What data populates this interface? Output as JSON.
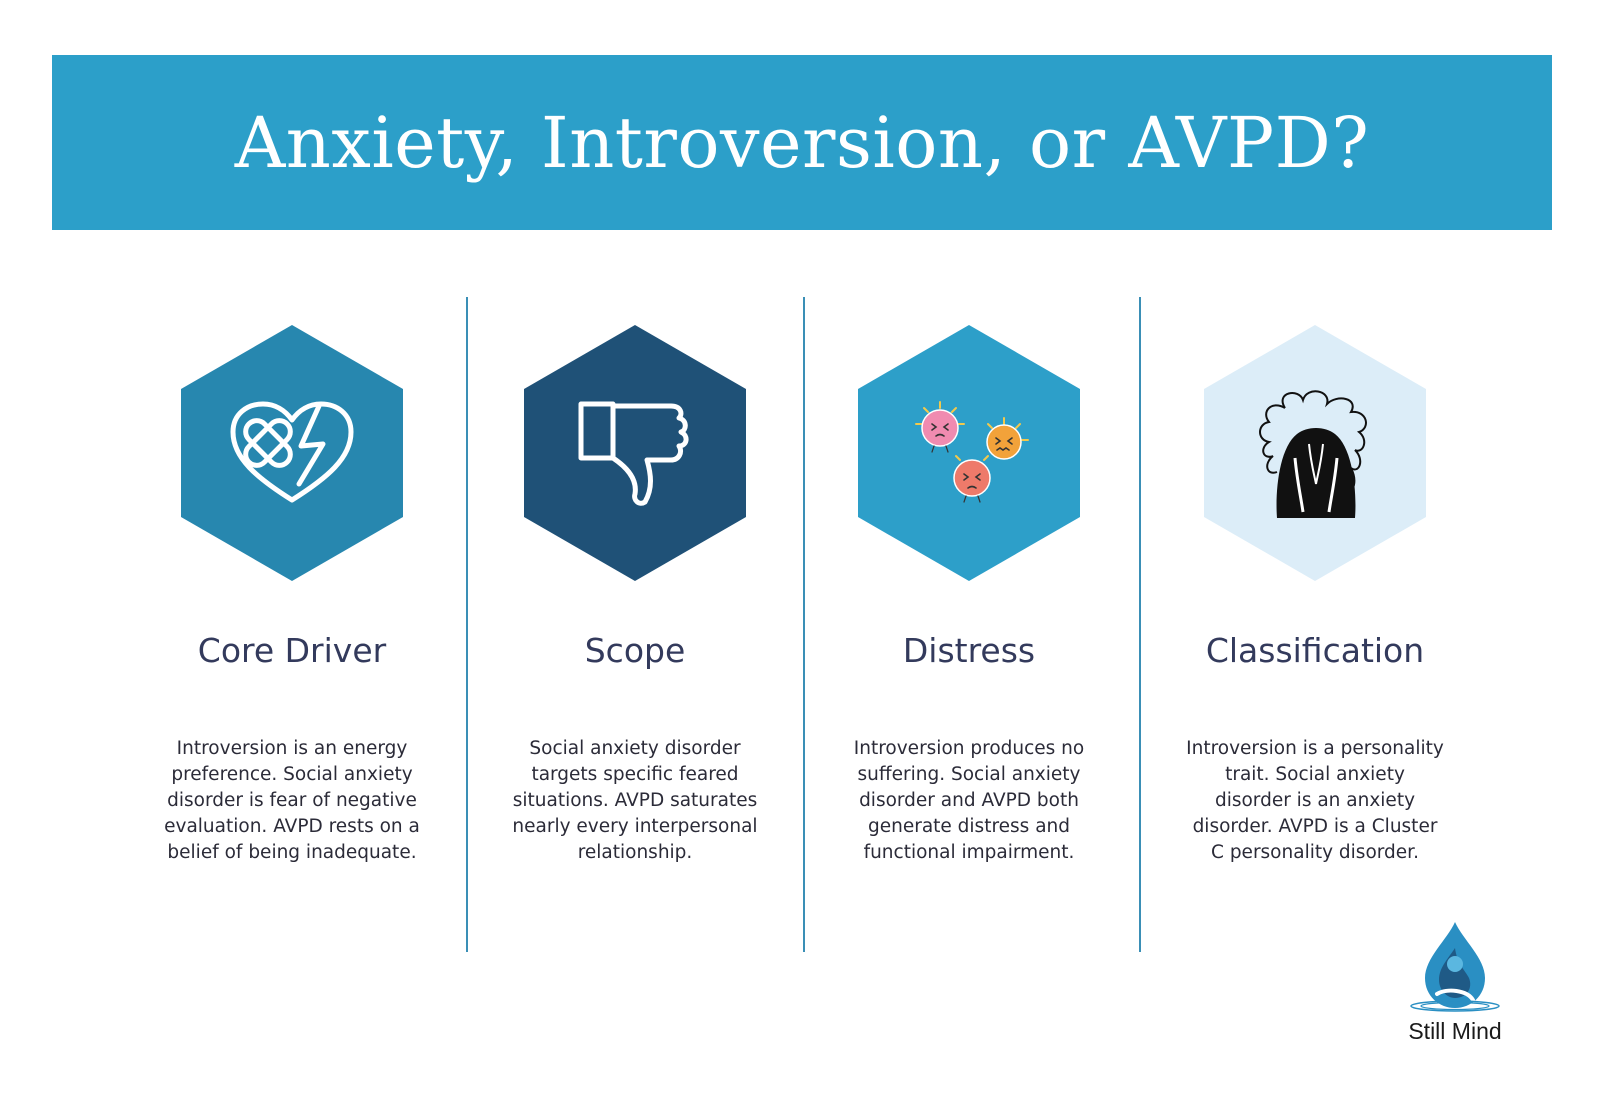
{
  "title": "Anxiety, Introversion, or AVPD?",
  "colors": {
    "banner": "#2c9fc9",
    "heading": "#333a5c",
    "divider": "#3a8fb6"
  },
  "columns": [
    {
      "heading": "Core Driver",
      "icon": "broken-heart-icon",
      "hex_color": "#2787af",
      "body": "Introversion is an energy preference. Social anxiety disorder is fear of negative evaluation. AVPD rests on a belief of being inadequate."
    },
    {
      "heading": "Scope",
      "icon": "thumbs-down-icon",
      "hex_color": "#1f5177",
      "body": "Social anxiety disorder targets specific feared situations. AVPD saturates nearly every interpersonal relationship."
    },
    {
      "heading": "Distress",
      "icon": "anxious-germs-icon",
      "hex_color": "#2d9fc9",
      "body": "Introversion produces no suffering. Social anxiety disorder and AVPD both generate distress and functional impairment."
    },
    {
      "heading": "Classification",
      "icon": "person-head-in-hands-icon",
      "hex_color": "#dcedf8",
      "body": "Introversion is a personality trait. Social anxiety disorder is an anxiety disorder. AVPD is a Cluster C personality disorder."
    }
  ],
  "logo": {
    "name": "Still Mind",
    "icon": "water-drop-logo-icon"
  }
}
